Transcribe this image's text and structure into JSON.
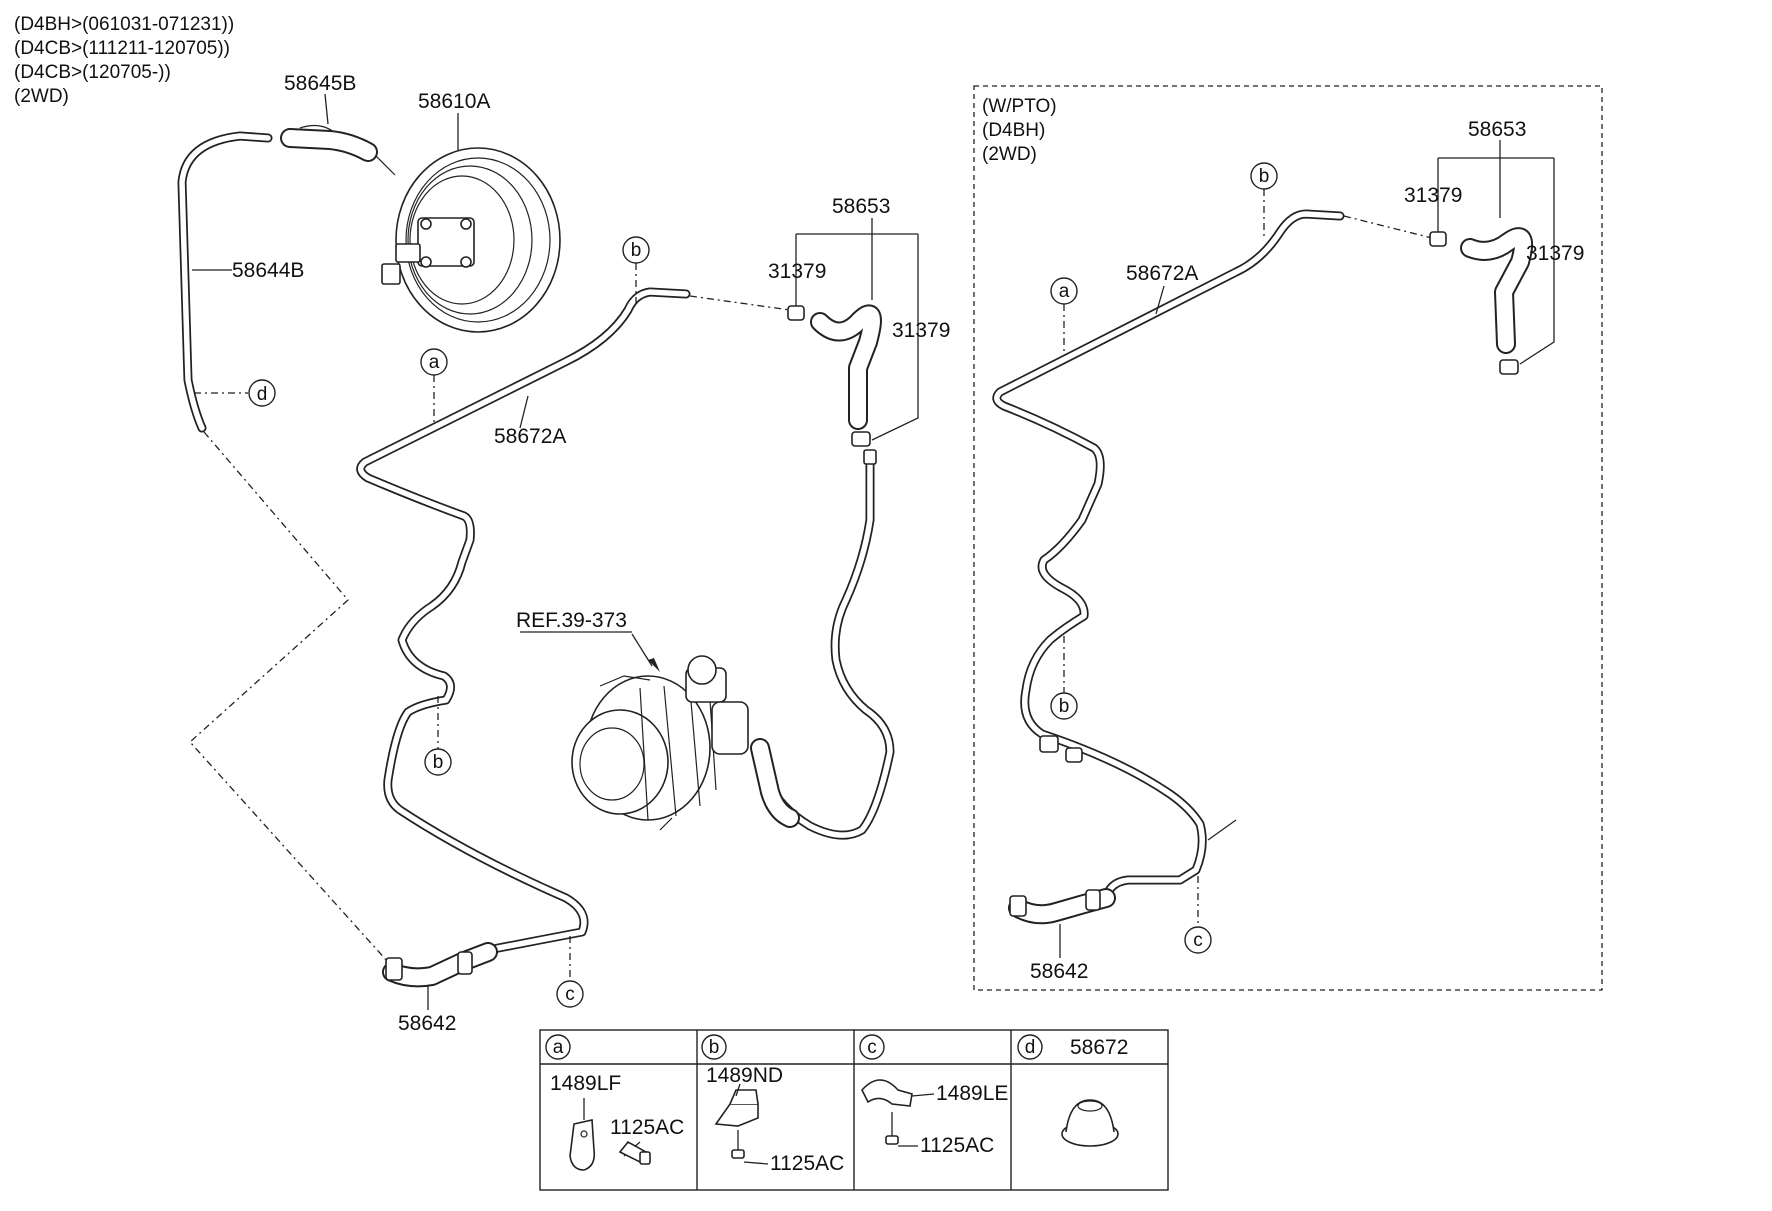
{
  "notes": {
    "line1": "(D4BH>(061031-071231))",
    "line2": "(D4CB>(111211-120705))",
    "line3": "(D4CB>(120705-))",
    "line4": "(2WD)"
  },
  "inset_notes": {
    "line1": "(W/PTO)",
    "line2": "(D4BH)",
    "line3": "(2WD)"
  },
  "labels": {
    "hose_58645b": "58645B",
    "booster_58610a": "58610A",
    "pipe_58644b": "58644B",
    "hose_58653": "58653",
    "clamp_31379_a": "31379",
    "clamp_31379_b": "31379",
    "pipe_58672a": "58672A",
    "ref": "REF.39-373",
    "hose_58642": "58642",
    "inset_58653": "58653",
    "inset_31379_a": "31379",
    "inset_31379_b": "31379",
    "inset_58672a": "58672A",
    "inset_58642": "58642"
  },
  "markers": {
    "a": "a",
    "b": "b",
    "c": "c",
    "d": "d"
  },
  "legend": {
    "a": {
      "letter": "a",
      "part1": "1489LF",
      "part2": "1125AC"
    },
    "b": {
      "letter": "b",
      "part1": "1489ND",
      "part2": "1125AC"
    },
    "c": {
      "letter": "c",
      "part1": "1489LE",
      "part2": "1125AC"
    },
    "d": {
      "letter": "d",
      "part1": "58672"
    }
  }
}
